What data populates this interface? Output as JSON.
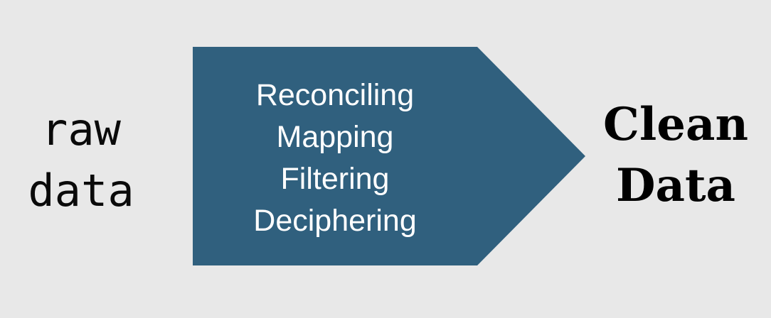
{
  "diagram": {
    "type": "process-flow-arrow",
    "background_color": "#e8e8e8",
    "input": {
      "lines": [
        "raw",
        "data"
      ],
      "text": "raw data",
      "color": "#0a0a0a"
    },
    "process": {
      "shape": "right-arrow",
      "fill_color": "#30607e",
      "text_color": "#ffffff",
      "steps": [
        "Reconciling",
        "Mapping",
        "Filtering",
        "Deciphering"
      ]
    },
    "output": {
      "lines": [
        "Clean",
        "Data"
      ],
      "text": "Clean Data",
      "color": "#000000"
    }
  }
}
